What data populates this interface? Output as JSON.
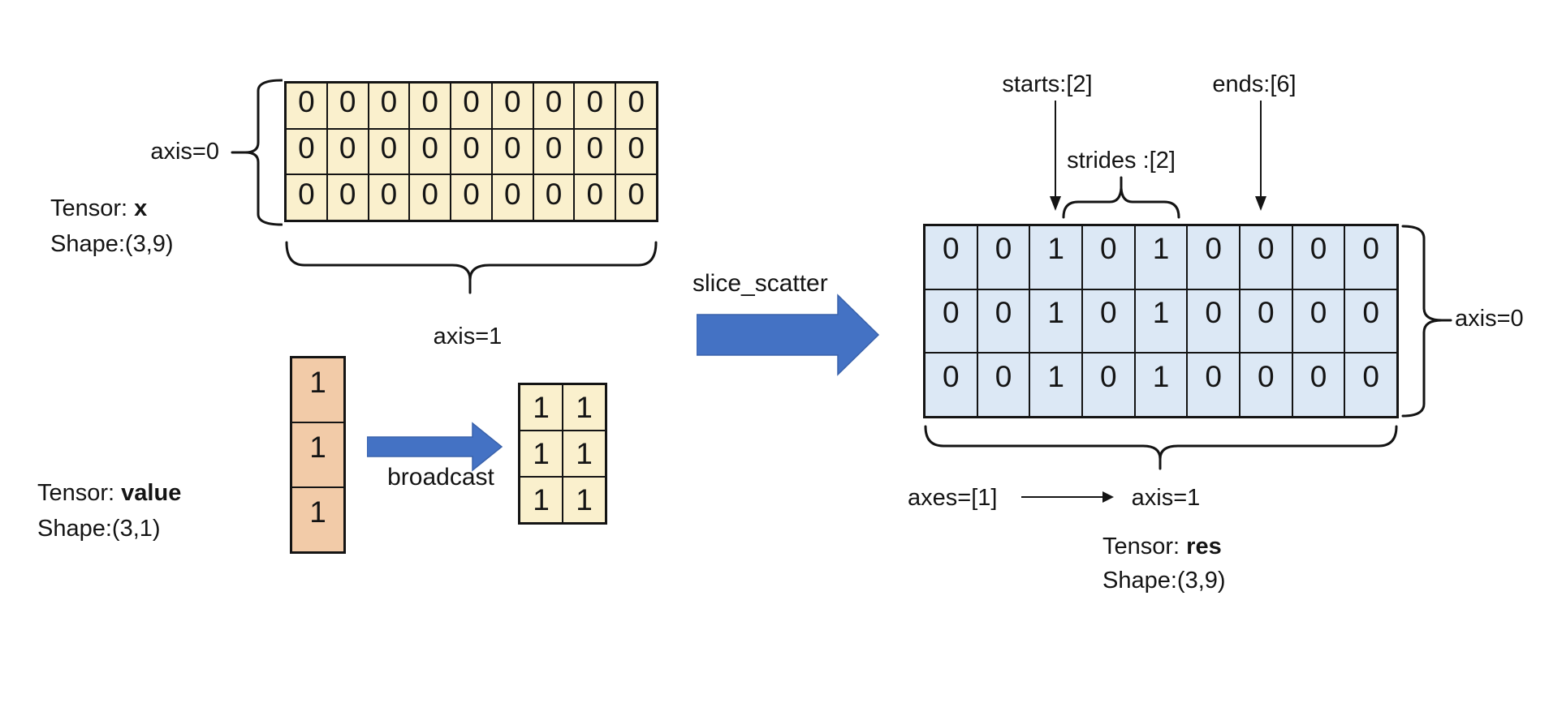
{
  "labels": {
    "tensor_prefix": "Tensor: ",
    "tensor_x_name": "x",
    "tensor_x_shape": "Shape:(3,9)",
    "tensor_value_name": "value",
    "tensor_value_shape": "Shape:(3,1)",
    "tensor_res_name": "res",
    "tensor_res_shape": "Shape:(3,9)",
    "axis0_left": "axis=0",
    "axis1_left": "axis=1",
    "axis0_right": "axis=0",
    "axis1_right": "axis=1",
    "axes_param": "axes=[1]",
    "starts": "starts:[2]",
    "ends": "ends:[6]",
    "strides": "strides :[2]",
    "slice_scatter_label": "slice_scatter",
    "broadcast_label": "broadcast"
  },
  "grids": {
    "x": [
      [
        "0",
        "0",
        "0",
        "0",
        "0",
        "0",
        "0",
        "0",
        "0"
      ],
      [
        "0",
        "0",
        "0",
        "0",
        "0",
        "0",
        "0",
        "0",
        "0"
      ],
      [
        "0",
        "0",
        "0",
        "0",
        "0",
        "0",
        "0",
        "0",
        "0"
      ]
    ],
    "value": [
      [
        "1"
      ],
      [
        "1"
      ],
      [
        "1"
      ]
    ],
    "broadcasted": [
      [
        "1",
        "1"
      ],
      [
        "1",
        "1"
      ],
      [
        "1",
        "1"
      ]
    ],
    "res": [
      [
        "0",
        "0",
        "1",
        "0",
        "1",
        "0",
        "0",
        "0",
        "0"
      ],
      [
        "0",
        "0",
        "1",
        "0",
        "1",
        "0",
        "0",
        "0",
        "0"
      ],
      [
        "0",
        "0",
        "1",
        "0",
        "1",
        "0",
        "0",
        "0",
        "0"
      ]
    ]
  },
  "colors": {
    "cream": "#FAF0CD",
    "orange": "#F2CBA8",
    "blue": "#DCE8F5",
    "arrow": "#4472C4",
    "ink": "#141414"
  }
}
